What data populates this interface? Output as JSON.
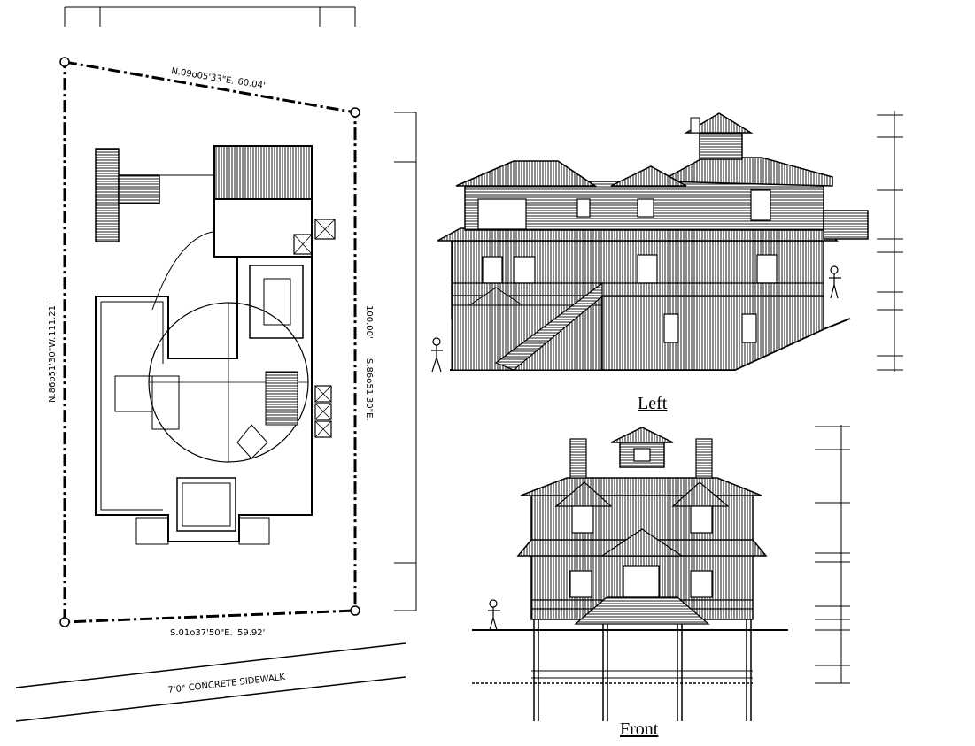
{
  "site_plan": {
    "bearing_top": "N.09o05'33\"E.",
    "dist_top": "60.04'",
    "bearing_left": "N.86o51'30\"W.",
    "dist_left": "111.21'",
    "bearing_right": "S.86o51'30\"E.",
    "dist_right": "100.00'",
    "bearing_bottom": "S.01o37'50\"E.",
    "dist_bottom": "59.92'",
    "sidewalk": "7'0\" CONCRETE SIDEWALK"
  },
  "elevations": {
    "left_title": "Left",
    "front_title": "Front"
  }
}
